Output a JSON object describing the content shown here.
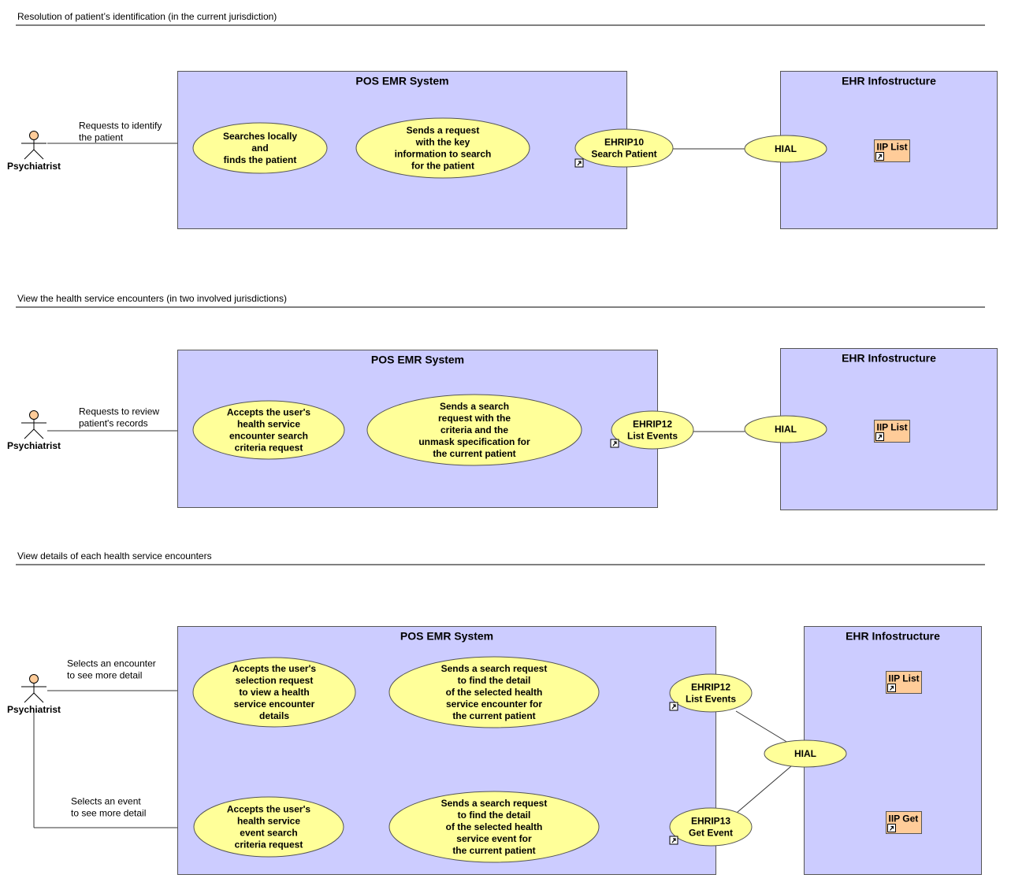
{
  "colors": {
    "system_box": "#ccccff",
    "use_case": "#ffff99",
    "component": "#ffcc99",
    "actor_head": "#ffcc99",
    "line": "#333333"
  },
  "sections": [
    {
      "title": "Resolution of patient’s identification (in the current jurisdiction)",
      "actor": {
        "label": "Psychiatrist",
        "icon": "actor-icon"
      },
      "associations": [
        {
          "lines": [
            "Requests to identify",
            "the patient"
          ]
        }
      ],
      "pos_system": {
        "title": "POS EMR System"
      },
      "use_cases": [
        {
          "lines": [
            "Searches locally",
            "and",
            "finds the patient"
          ]
        },
        {
          "lines": [
            "Sends a request",
            "with the key",
            "information to search",
            "for the patient"
          ]
        }
      ],
      "ehrip": [
        {
          "lines": [
            "EHRIP10",
            "Search Patient"
          ],
          "link_icon": "shortcut-arrow-icon"
        }
      ],
      "hial": {
        "label": "HIAL"
      },
      "ehr": {
        "title": "EHR Infostructure",
        "components": [
          {
            "label": "IIP List",
            "link_icon": "shortcut-arrow-icon"
          }
        ]
      }
    },
    {
      "title": "View the health service encounters (in two involved jurisdictions)",
      "actor": {
        "label": "Psychiatrist",
        "icon": "actor-icon"
      },
      "associations": [
        {
          "lines": [
            "Requests to review",
            "patient's records"
          ]
        }
      ],
      "pos_system": {
        "title": "POS EMR System"
      },
      "use_cases": [
        {
          "lines": [
            "Accepts the user's",
            "health service",
            "encounter search",
            "criteria request"
          ]
        },
        {
          "lines": [
            "Sends a search",
            "request with the",
            "criteria and the",
            "unmask specification for",
            "the current patient"
          ]
        }
      ],
      "ehrip": [
        {
          "lines": [
            "EHRIP12",
            "List Events"
          ],
          "link_icon": "shortcut-arrow-icon"
        }
      ],
      "hial": {
        "label": "HIAL"
      },
      "ehr": {
        "title": "EHR Infostructure",
        "components": [
          {
            "label": "IIP List",
            "link_icon": "shortcut-arrow-icon"
          }
        ]
      }
    },
    {
      "title": "View details of each health service encounters",
      "actor": {
        "label": "Psychiatrist",
        "icon": "actor-icon"
      },
      "associations": [
        {
          "lines": [
            "Selects an encounter",
            "to see more detail"
          ]
        },
        {
          "lines": [
            "Selects an event",
            "to see more detail"
          ]
        }
      ],
      "pos_system": {
        "title": "POS EMR System"
      },
      "use_cases": [
        {
          "lines": [
            "Accepts the user's",
            "selection request",
            "to view a health",
            "service encounter",
            "details"
          ]
        },
        {
          "lines": [
            "Sends a search request",
            "to find the detail",
            "of the selected health",
            "service encounter for",
            "the current patient"
          ]
        },
        {
          "lines": [
            "Accepts the user's",
            "health service",
            "event search",
            "criteria request"
          ]
        },
        {
          "lines": [
            "Sends a search request",
            "to find the detail",
            "of the selected health",
            "service event for",
            "the current patient"
          ]
        }
      ],
      "ehrip": [
        {
          "lines": [
            "EHRIP12",
            "List Events"
          ],
          "link_icon": "shortcut-arrow-icon"
        },
        {
          "lines": [
            "EHRIP13",
            "Get Event"
          ],
          "link_icon": "shortcut-arrow-icon"
        }
      ],
      "hial": {
        "label": "HIAL"
      },
      "ehr": {
        "title": "EHR Infostructure",
        "components": [
          {
            "label": "IIP List",
            "link_icon": "shortcut-arrow-icon"
          },
          {
            "label": "IIP Get",
            "link_icon": "shortcut-arrow-icon"
          }
        ]
      }
    }
  ]
}
